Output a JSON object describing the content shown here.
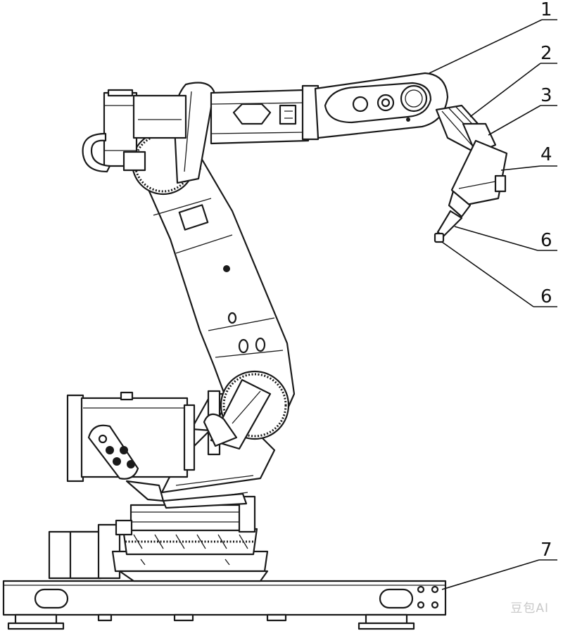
{
  "callouts": [
    {
      "id": "1",
      "text": "1"
    },
    {
      "id": "2",
      "text": "2"
    },
    {
      "id": "3",
      "text": "3"
    },
    {
      "id": "4",
      "text": "4"
    },
    {
      "id": "5",
      "text": "6"
    },
    {
      "id": "6",
      "text": "6"
    },
    {
      "id": "7",
      "text": "7"
    }
  ],
  "watermark": "豆包AI",
  "colors": {
    "line": "#1a1a1a",
    "background": "#ffffff"
  }
}
